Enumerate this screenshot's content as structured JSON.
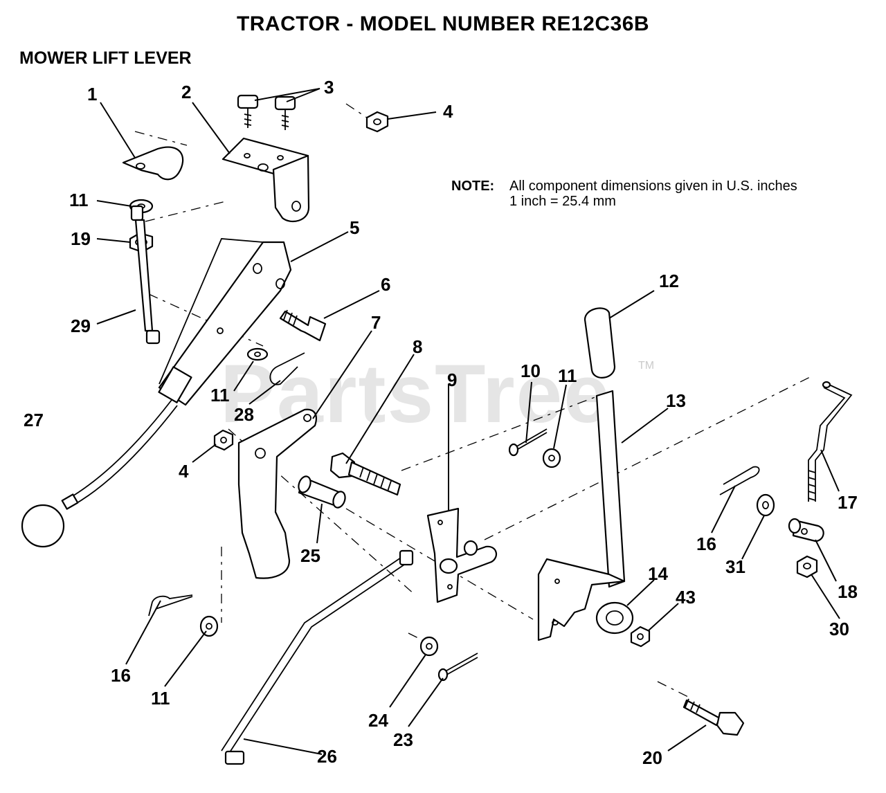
{
  "title": "TRACTOR  - MODEL NUMBER RE12C36B",
  "section": "MOWER LIFT LEVER",
  "note": {
    "label": "NOTE:",
    "line1": "All component dimensions given in U.S. inches",
    "line2": "1 inch = 25.4 mm"
  },
  "watermark": "PartsTree",
  "trademark": "TM",
  "callouts": [
    "1",
    "2",
    "3",
    "4",
    "11",
    "19",
    "5",
    "6",
    "29",
    "7",
    "8",
    "9",
    "10",
    "11",
    "12",
    "13",
    "11",
    "28",
    "27",
    "4",
    "25",
    "16",
    "31",
    "17",
    "18",
    "14",
    "43",
    "30",
    "16",
    "11",
    "24",
    "23",
    "26",
    "20"
  ]
}
